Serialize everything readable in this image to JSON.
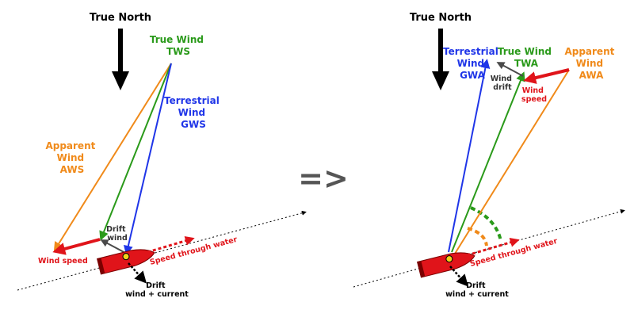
{
  "colors": {
    "black": "#000000",
    "true_wind": "#2a9a1a",
    "terrestrial_wind": "#1f35e8",
    "apparent_wind": "#f08a1a",
    "wind_speed": "#e0141a",
    "drift": "#4a4a4a",
    "boat": "#e0141a"
  },
  "operator": "=>",
  "left": {
    "true_north": "True North",
    "true_wind": [
      "True Wind",
      "TWS"
    ],
    "terrestrial_wind": [
      "Terrestrial",
      "Wind",
      "GWS"
    ],
    "apparent_wind": [
      "Apparent",
      "Wind",
      "AWS"
    ],
    "drift_wind": [
      "Drift",
      "wind"
    ],
    "wind_speed": "Wind speed",
    "speed_through_water": "Speed through water",
    "drift_current": [
      "Drift",
      "wind + current"
    ]
  },
  "right": {
    "true_north": "True North",
    "terrestrial_wind": [
      "Terrestrial",
      "Wind",
      "GWA"
    ],
    "true_wind": [
      "True Wind",
      "TWA"
    ],
    "apparent_wind": [
      "Apparent",
      "Wind",
      "AWA"
    ],
    "wind_drift": [
      "Wind",
      "drift"
    ],
    "wind_speed": [
      "Wind",
      "speed"
    ],
    "speed_through_water": "Speed through water",
    "drift_current": [
      "Drift",
      "wind + current"
    ]
  }
}
